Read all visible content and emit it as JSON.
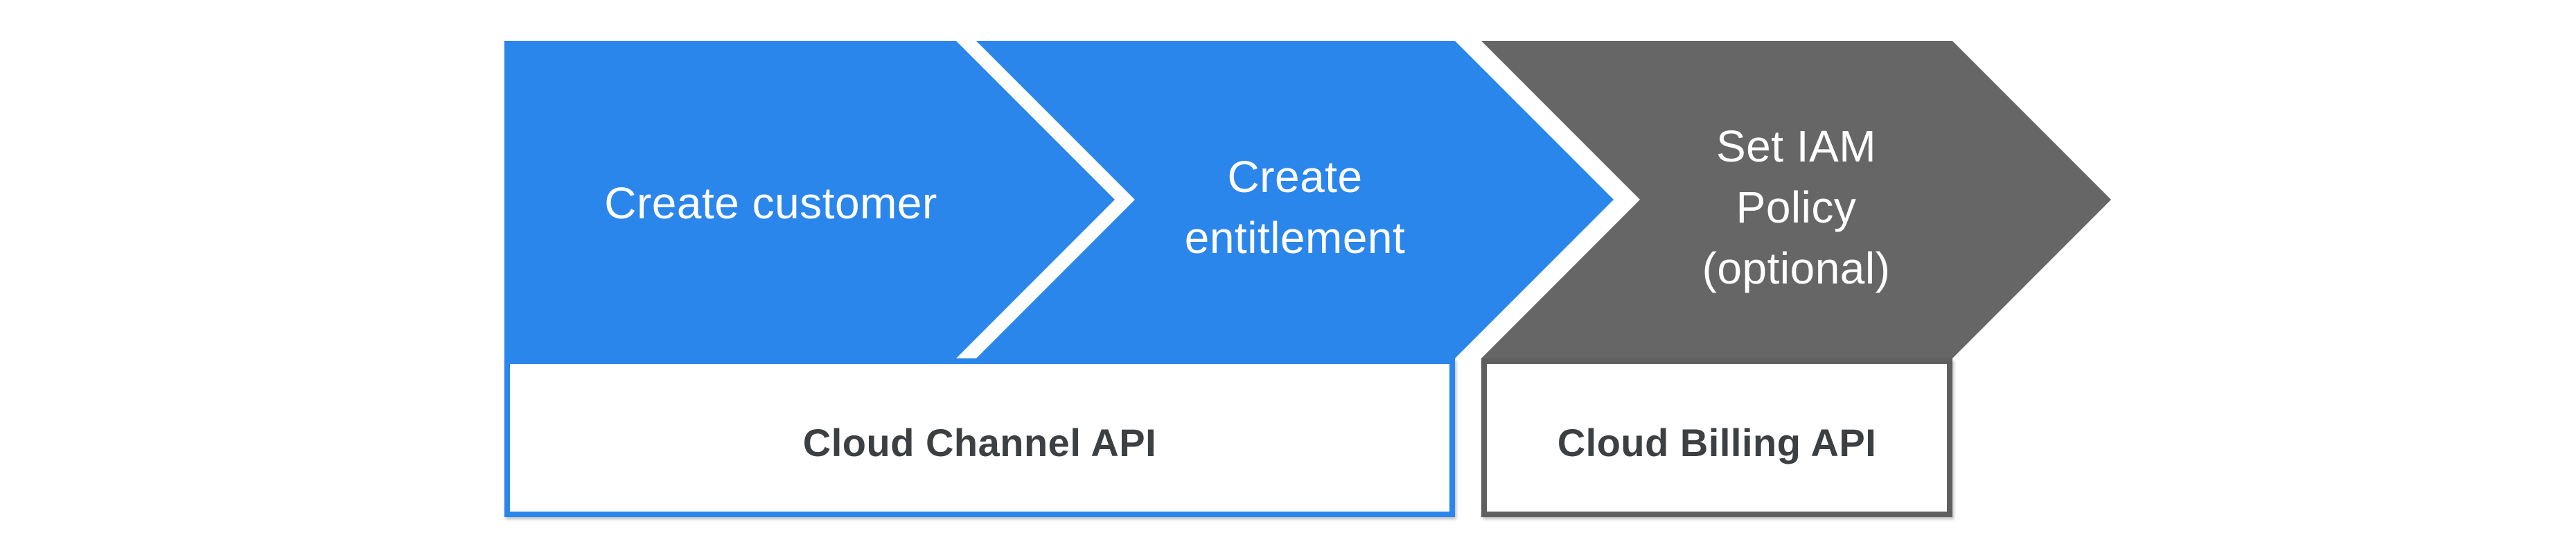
{
  "colors": {
    "step_blue": "#2B86EB",
    "step_gray": "#666666",
    "box_border_blue": "#2B86EB",
    "box_border_gray": "#5F5F5F",
    "box_text": "#3C4043",
    "step_text": "#FFFFFF"
  },
  "flow": {
    "steps": [
      {
        "id": "create-customer",
        "lines": [
          "Create customer"
        ]
      },
      {
        "id": "create-entitlement",
        "lines": [
          "Create",
          "entitlement"
        ]
      },
      {
        "id": "set-iam-policy",
        "lines": [
          "Set IAM",
          "Policy",
          "(optional)"
        ]
      }
    ],
    "apis": [
      {
        "id": "cloud-channel-api",
        "label": "Cloud Channel API"
      },
      {
        "id": "cloud-billing-api",
        "label": "Cloud Billing API"
      }
    ]
  }
}
